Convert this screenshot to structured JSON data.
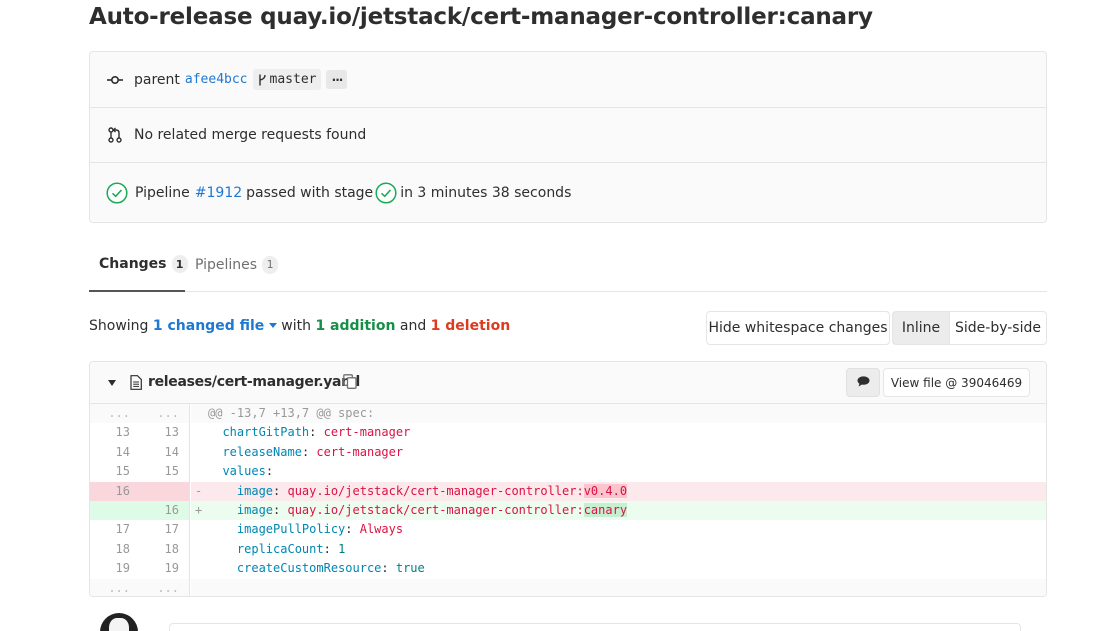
{
  "page": {
    "title": "Auto-release quay.io/jetstack/cert-manager-controller:canary"
  },
  "commit_info": {
    "parent_label": "parent",
    "parent_sha": "afee4bcc",
    "branch": "master",
    "more_label": "...",
    "merge_requests_text": "No related merge requests found",
    "pipeline": {
      "prefix": "Pipeline",
      "id": "#1912",
      "middle": "passed with stage",
      "suffix": "in 3 minutes 38 seconds",
      "status_color": "#1aaa55"
    }
  },
  "tabs": [
    {
      "label": "Changes",
      "count": "1",
      "active": true
    },
    {
      "label": "Pipelines",
      "count": "1",
      "active": false
    }
  ],
  "diff_summary": {
    "showing": "Showing",
    "changed_files": "1 changed file",
    "with": "with",
    "additions": "1 addition",
    "and": "and",
    "deletions": "1 deletion"
  },
  "view_controls": {
    "whitespace": "Hide whitespace changes",
    "inline": "Inline",
    "side_by_side": "Side-by-side"
  },
  "file": {
    "path": "releases/cert-manager.yaml",
    "view_file": "View file @ 39046469",
    "lines": [
      {
        "type": "match",
        "old": "...",
        "new": "...",
        "sign": "",
        "key": "",
        "sep": "",
        "value": "",
        "hl": "",
        "raw": "@@ -13,7 +13,7 @@ spec:"
      },
      {
        "type": "ctx",
        "old": "13",
        "new": "13",
        "sign": "",
        "indent": "  ",
        "key": "chartGitPath",
        "sep": ": ",
        "value": "cert-manager",
        "hl": ""
      },
      {
        "type": "ctx",
        "old": "14",
        "new": "14",
        "sign": "",
        "indent": "  ",
        "key": "releaseName",
        "sep": ": ",
        "value": "cert-manager",
        "hl": ""
      },
      {
        "type": "ctx",
        "old": "15",
        "new": "15",
        "sign": "",
        "indent": "  ",
        "key": "values",
        "sep": ":",
        "value": "",
        "hl": ""
      },
      {
        "type": "del",
        "old": "16",
        "new": "",
        "sign": "-",
        "indent": "    ",
        "key": "image",
        "sep": ": ",
        "value": "quay.io/jetstack/cert-manager-controller:",
        "hl": "v0.4.0"
      },
      {
        "type": "add",
        "old": "",
        "new": "16",
        "sign": "+",
        "indent": "    ",
        "key": "image",
        "sep": ": ",
        "value": "quay.io/jetstack/cert-manager-controller:",
        "hl": "canary"
      },
      {
        "type": "ctx",
        "old": "17",
        "new": "17",
        "sign": "",
        "indent": "    ",
        "key": "imagePullPolicy",
        "sep": ": ",
        "value": "Always",
        "hl": ""
      },
      {
        "type": "ctx",
        "old": "18",
        "new": "18",
        "sign": "",
        "indent": "    ",
        "key": "replicaCount",
        "sep": ": ",
        "value": "1",
        "hl": "",
        "vclass": "t"
      },
      {
        "type": "ctx",
        "old": "19",
        "new": "19",
        "sign": "",
        "indent": "    ",
        "key": "createCustomResource",
        "sep": ": ",
        "value": "true",
        "hl": "",
        "vclass": "t"
      },
      {
        "type": "match",
        "old": "...",
        "new": "...",
        "sign": "",
        "key": "",
        "sep": "",
        "value": "",
        "hl": "",
        "raw": ""
      }
    ]
  },
  "icons": {
    "commit": "commit-icon",
    "merge_request": "merge-request-icon",
    "pipeline_status": "status-success-icon",
    "file": "file-icon",
    "copy": "copy-icon",
    "comment": "comment-icon",
    "branch": "branch-icon"
  }
}
